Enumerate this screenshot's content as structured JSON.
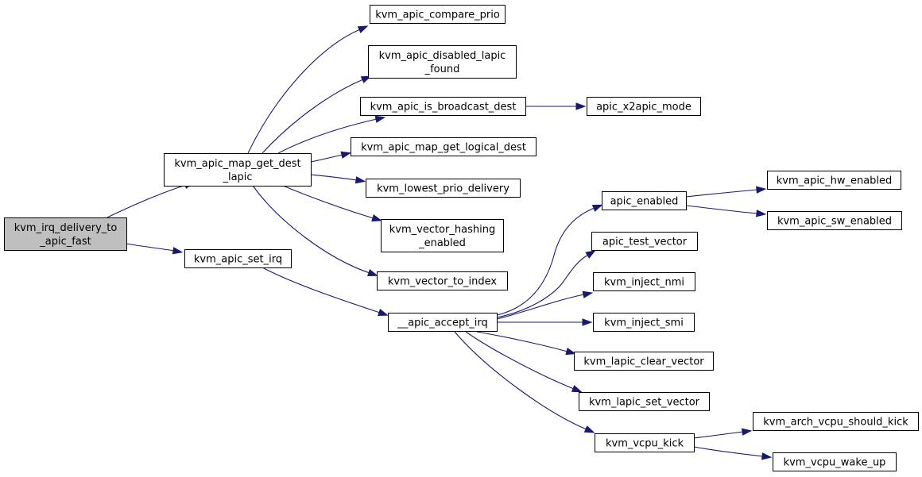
{
  "colors": {
    "edge": "#191970",
    "node_fill": "#ffffff",
    "root_fill": "#bfbfbf",
    "border": "#000000"
  },
  "nodes": [
    {
      "id": "root",
      "lines": [
        "kvm_irq_delivery_to",
        "_apic_fast"
      ],
      "root": true
    },
    {
      "id": "map_get_dest",
      "lines": [
        "kvm_apic_map_get_dest",
        "_lapic"
      ]
    },
    {
      "id": "set_irq",
      "lines": [
        "kvm_apic_set_irq"
      ]
    },
    {
      "id": "compare_prio",
      "lines": [
        "kvm_apic_compare_prio"
      ]
    },
    {
      "id": "disabled_lapic",
      "lines": [
        "kvm_apic_disabled_lapic",
        "_found"
      ]
    },
    {
      "id": "is_broadcast",
      "lines": [
        "kvm_apic_is_broadcast_dest"
      ]
    },
    {
      "id": "x2apic_mode",
      "lines": [
        "apic_x2apic_mode"
      ]
    },
    {
      "id": "get_logical",
      "lines": [
        "kvm_apic_map_get_logical_dest"
      ]
    },
    {
      "id": "lowest_prio",
      "lines": [
        "kvm_lowest_prio_delivery"
      ]
    },
    {
      "id": "vector_hashing",
      "lines": [
        "kvm_vector_hashing",
        "_enabled"
      ]
    },
    {
      "id": "vector_to_index",
      "lines": [
        "kvm_vector_to_index"
      ]
    },
    {
      "id": "accept_irq",
      "lines": [
        "__apic_accept_irq"
      ]
    },
    {
      "id": "apic_enabled",
      "lines": [
        "apic_enabled"
      ]
    },
    {
      "id": "hw_enabled",
      "lines": [
        "kvm_apic_hw_enabled"
      ]
    },
    {
      "id": "sw_enabled",
      "lines": [
        "kvm_apic_sw_enabled"
      ]
    },
    {
      "id": "test_vector",
      "lines": [
        "apic_test_vector"
      ]
    },
    {
      "id": "inject_nmi",
      "lines": [
        "kvm_inject_nmi"
      ]
    },
    {
      "id": "inject_smi",
      "lines": [
        "kvm_inject_smi"
      ]
    },
    {
      "id": "clear_vector",
      "lines": [
        "kvm_lapic_clear_vector"
      ]
    },
    {
      "id": "set_vector",
      "lines": [
        "kvm_lapic_set_vector"
      ]
    },
    {
      "id": "vcpu_kick",
      "lines": [
        "kvm_vcpu_kick"
      ]
    },
    {
      "id": "should_kick",
      "lines": [
        "kvm_arch_vcpu_should_kick"
      ]
    },
    {
      "id": "wake_up",
      "lines": [
        "kvm_vcpu_wake_up"
      ]
    }
  ],
  "edges": [
    {
      "from": "root",
      "to": "map_get_dest"
    },
    {
      "from": "root",
      "to": "set_irq"
    },
    {
      "from": "map_get_dest",
      "to": "compare_prio"
    },
    {
      "from": "map_get_dest",
      "to": "disabled_lapic"
    },
    {
      "from": "map_get_dest",
      "to": "is_broadcast"
    },
    {
      "from": "map_get_dest",
      "to": "get_logical"
    },
    {
      "from": "map_get_dest",
      "to": "lowest_prio"
    },
    {
      "from": "map_get_dest",
      "to": "vector_hashing"
    },
    {
      "from": "map_get_dest",
      "to": "vector_to_index"
    },
    {
      "from": "is_broadcast",
      "to": "x2apic_mode"
    },
    {
      "from": "set_irq",
      "to": "accept_irq"
    },
    {
      "from": "accept_irq",
      "to": "apic_enabled"
    },
    {
      "from": "accept_irq",
      "to": "test_vector"
    },
    {
      "from": "accept_irq",
      "to": "inject_nmi"
    },
    {
      "from": "accept_irq",
      "to": "inject_smi"
    },
    {
      "from": "accept_irq",
      "to": "clear_vector"
    },
    {
      "from": "accept_irq",
      "to": "set_vector"
    },
    {
      "from": "accept_irq",
      "to": "vcpu_kick"
    },
    {
      "from": "apic_enabled",
      "to": "hw_enabled"
    },
    {
      "from": "apic_enabled",
      "to": "sw_enabled"
    },
    {
      "from": "vcpu_kick",
      "to": "should_kick"
    },
    {
      "from": "vcpu_kick",
      "to": "wake_up"
    }
  ]
}
